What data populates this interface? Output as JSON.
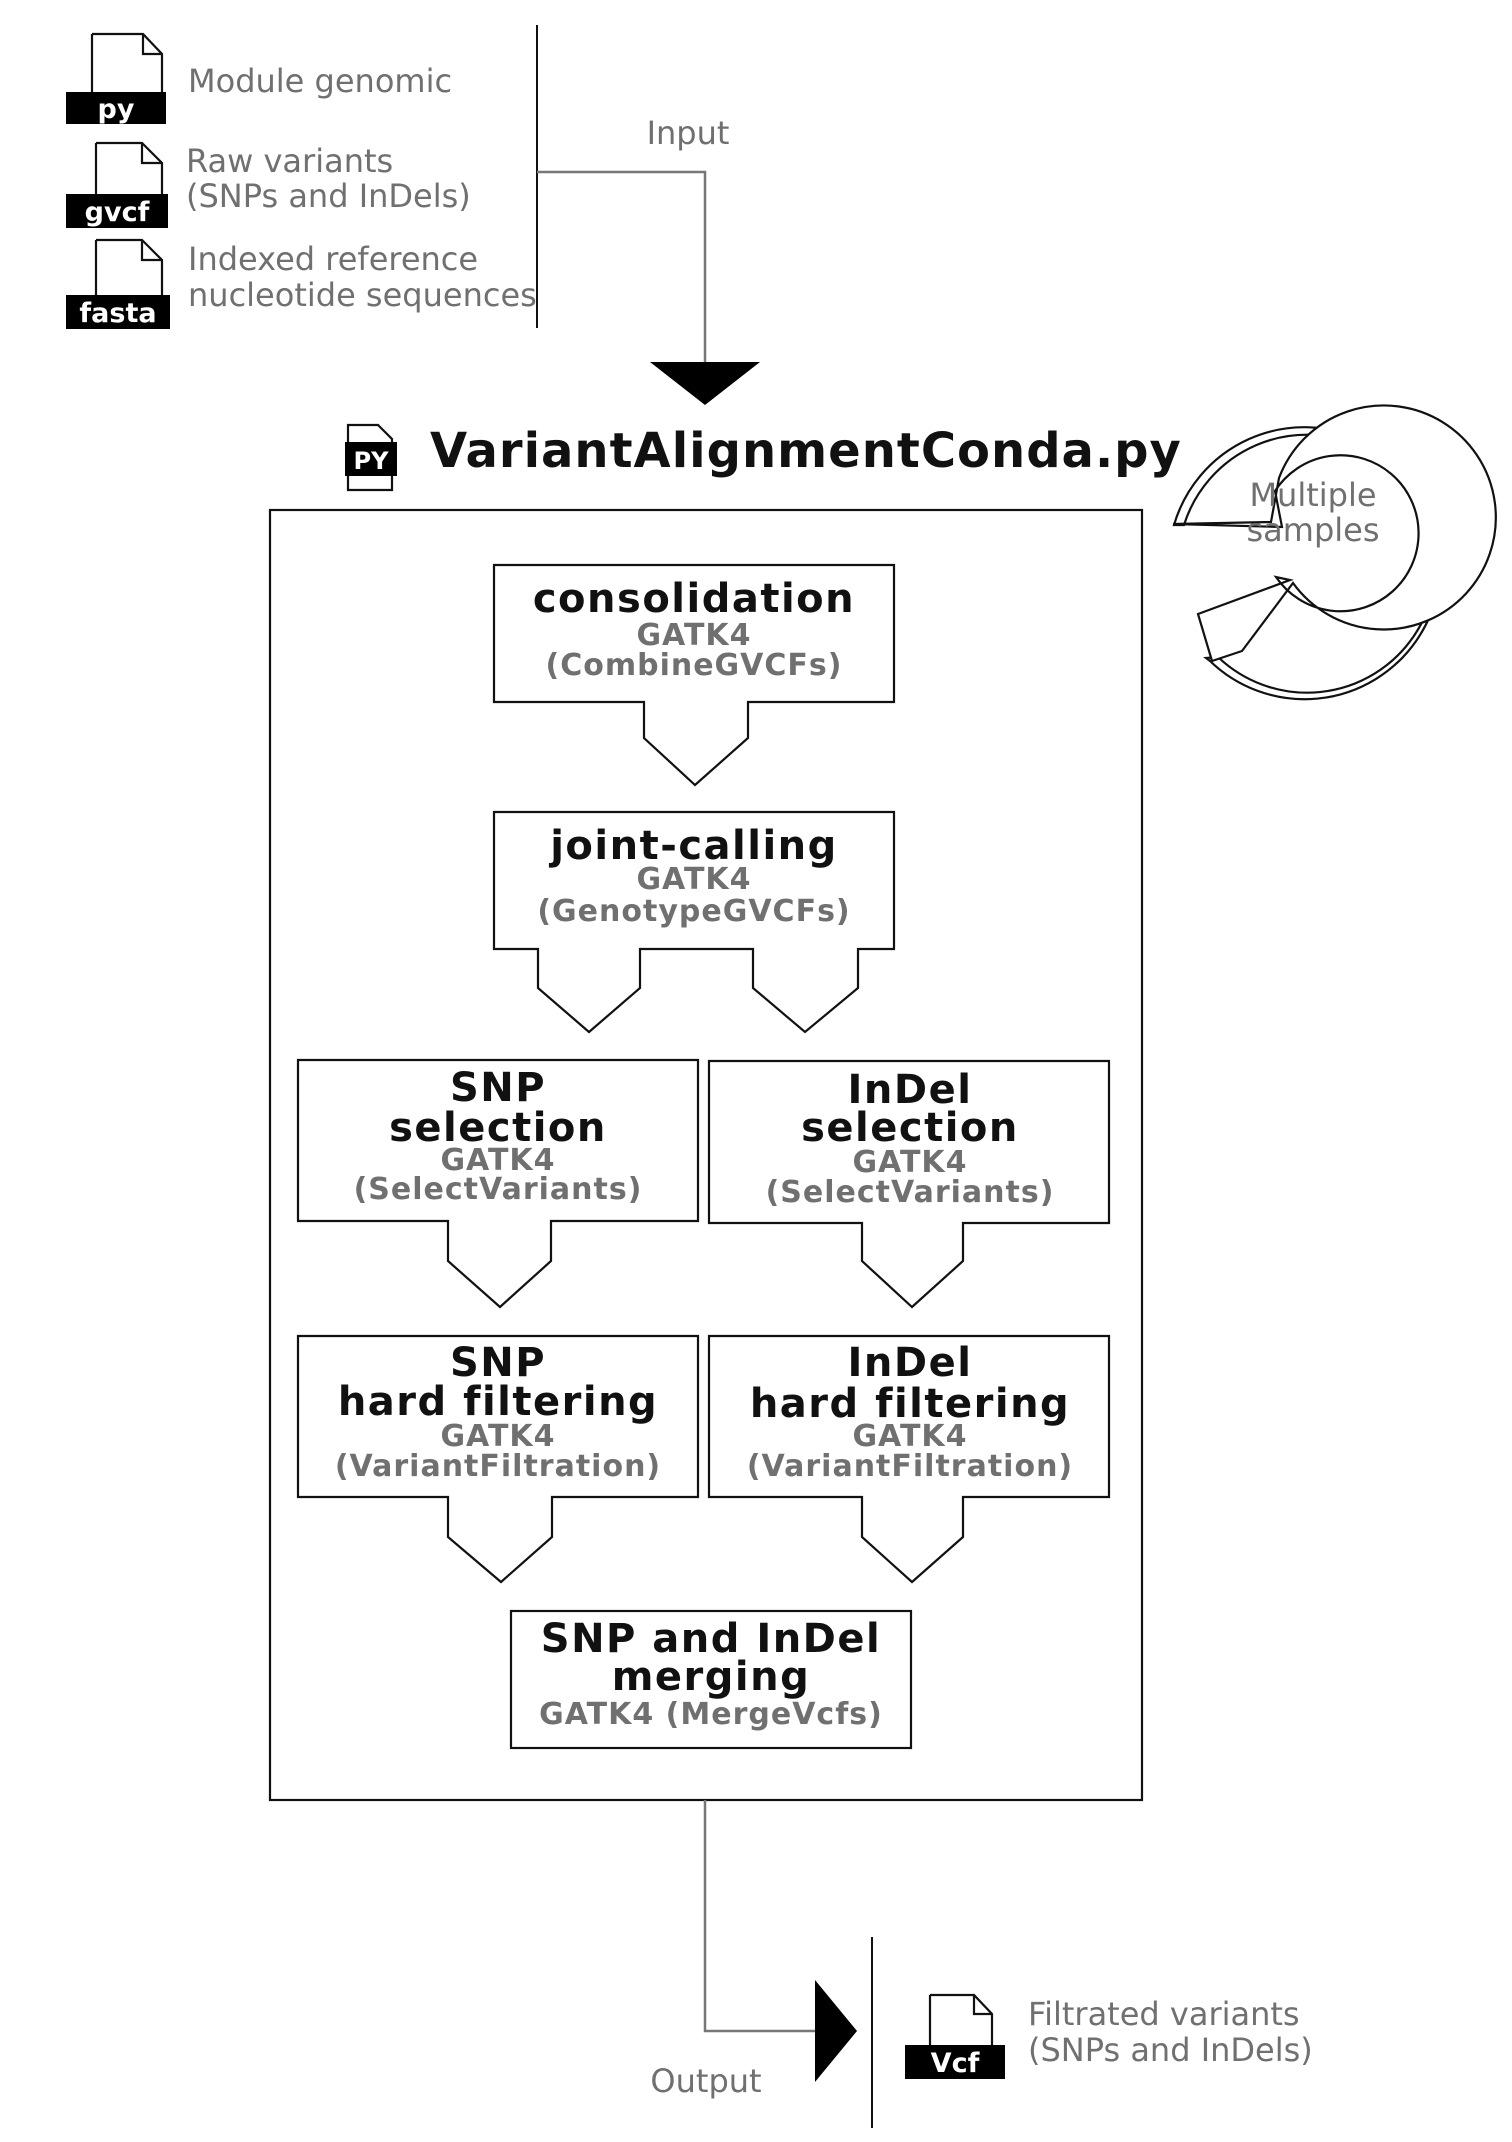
{
  "inputs": {
    "label": "Input",
    "files": [
      {
        "tag": "py",
        "lines": [
          "Module genomic"
        ]
      },
      {
        "tag": "gvcf",
        "lines": [
          "Raw variants",
          "(SNPs and InDels)"
        ]
      },
      {
        "tag": "fasta",
        "lines": [
          "Indexed reference",
          "nucleotide sequences"
        ]
      }
    ]
  },
  "script": {
    "icon_text": "PY",
    "title": "VariantAlignmentConda.py"
  },
  "loop_label": [
    "Multiple",
    "samples"
  ],
  "steps": [
    {
      "id": "consolidation",
      "title": [
        "consolidation"
      ],
      "sub": [
        "GATK4",
        "(CombineGVCFs)"
      ]
    },
    {
      "id": "joint-calling",
      "title": [
        "joint-calling"
      ],
      "sub": [
        "GATK4",
        "(GenotypeGVCFs)"
      ]
    },
    {
      "id": "snp-selection",
      "title": [
        "SNP",
        "selection"
      ],
      "sub": [
        "GATK4",
        "(SelectVariants)"
      ]
    },
    {
      "id": "indel-selection",
      "title": [
        "InDel",
        "selection"
      ],
      "sub": [
        "GATK4",
        "(SelectVariants)"
      ]
    },
    {
      "id": "snp-hard-filtering",
      "title": [
        "SNP",
        "hard filtering"
      ],
      "sub": [
        "GATK4",
        "(VariantFiltration)"
      ]
    },
    {
      "id": "indel-hard-filtering",
      "title": [
        "InDel",
        "hard filtering"
      ],
      "sub": [
        "GATK4",
        "(VariantFiltration)"
      ]
    },
    {
      "id": "merging",
      "title": [
        "SNP and InDel",
        "merging"
      ],
      "sub": [
        "GATK4 (MergeVcfs)"
      ]
    }
  ],
  "output": {
    "label": "Output",
    "file": {
      "tag": "Vcf",
      "lines": [
        "Filtrated variants",
        "(SNPs and InDels)"
      ]
    }
  }
}
